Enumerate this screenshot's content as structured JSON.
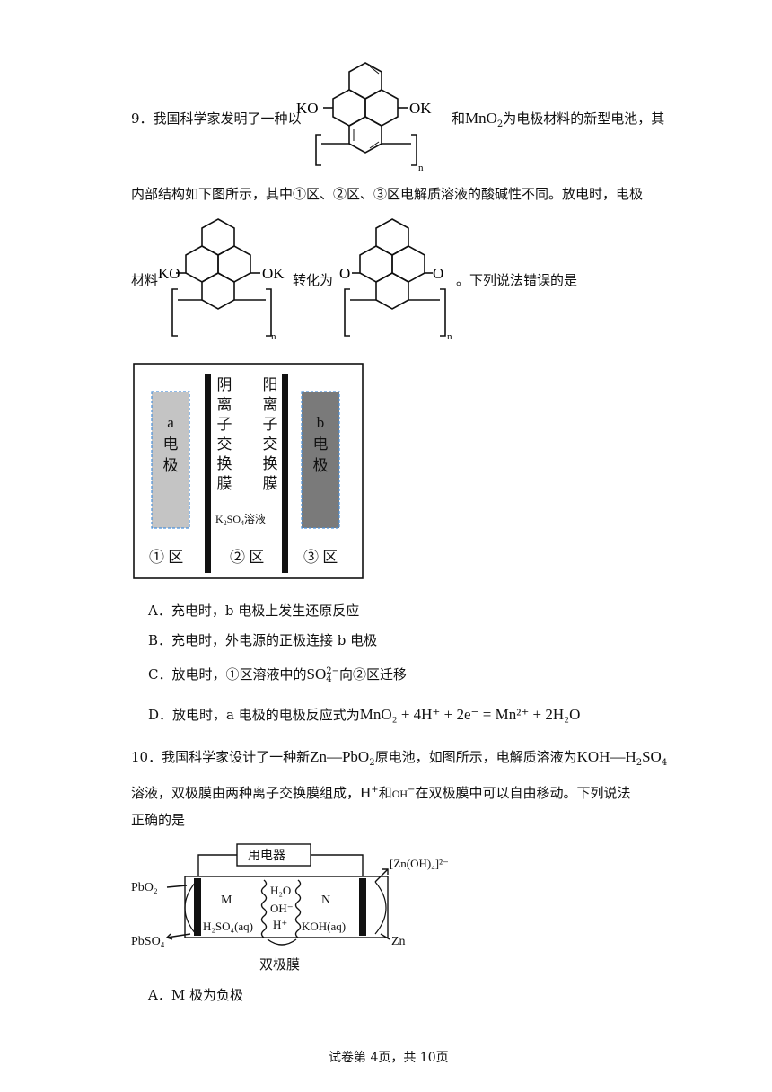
{
  "q9": {
    "line1_a": "9．我国科学家发明了一种以",
    "line1_b": "和",
    "mno2": "MnO",
    "mno2_sub": "2",
    "line1_c": "为电极材料的新型电池，其",
    "line2": "内部结构如下图所示，其中①区、②区、③区电解质溶液的酸碱性不同。放电时，电极",
    "line3_a": "材料",
    "line3_b": "转化为",
    "line3_c": "。下列说法错误的是",
    "struct_ko": "KO",
    "struct_ok": "OK",
    "struct_o": "O",
    "struct_n": "n",
    "diagram": {
      "a_electrode": [
        "a",
        "电",
        "极"
      ],
      "b_electrode": [
        "b",
        "电",
        "极"
      ],
      "anion_membrane": [
        "阴",
        "离",
        "子",
        "交",
        "换",
        "膜"
      ],
      "cation_membrane": [
        "阳",
        "离",
        "子",
        "交",
        "换",
        "膜"
      ],
      "k2so4_k": "K",
      "k2so4_2": "2",
      "k2so4_so": "SO",
      "k2so4_4": "4",
      "k2so4_sol": "溶液",
      "zone1": "① 区",
      "zone2": "② 区",
      "zone3": "③ 区"
    },
    "optA": "A．充电时，b 电极上发生还原反应",
    "optB": "B．充电时，外电源的正极连接 b 电极",
    "optC_a": "C．放电时，①区溶液中的",
    "optC_so4": "SO",
    "optC_sub": "4",
    "optC_sup": "2−",
    "optC_b": "向②区迁移",
    "optD_a": "D．放电时，a 电极的电极反应式为",
    "optD_eq": "MnO₂ + 4H⁺ + 2e⁻ = Mn²⁺ + 2H₂O"
  },
  "q10": {
    "line1_a": "10．我国科学家设计了一种新",
    "zn_pbo2": "Zn—PbO",
    "zn_pbo2_sub": "2",
    "line1_b": "原电池，如图所示，电解质溶液为",
    "koh_h2so4": "KOH—H",
    "koh_h2so4_sub": "2",
    "koh_h2so4_end": "SO",
    "koh_h2so4_sub2": "4",
    "line2_a": "溶液，双极膜由两种离子交换膜组成，",
    "hplus": "H",
    "hplus_sup": "+",
    "line2_b": "和",
    "ohminus": "OH",
    "ohminus_sup": "−",
    "line2_c": "在双极膜中可以自由移动。下列说法",
    "line3": "正确的是",
    "diagram": {
      "device": "用电器",
      "pbo2": "PbO₂",
      "pbso4": "PbSO₄",
      "m": "M",
      "n": "N",
      "h2so4": "H₂SO₄(aq)",
      "koh": "KOH(aq)",
      "h2o": "H₂O",
      "oh": "OH⁻",
      "h": "H⁺",
      "zincate": "[Zn(OH)₄]²⁻",
      "zn": "Zn",
      "bipolar": "双极膜"
    },
    "optA": "A．M 极为负极"
  },
  "footer": "试卷第 4页，共 10页"
}
